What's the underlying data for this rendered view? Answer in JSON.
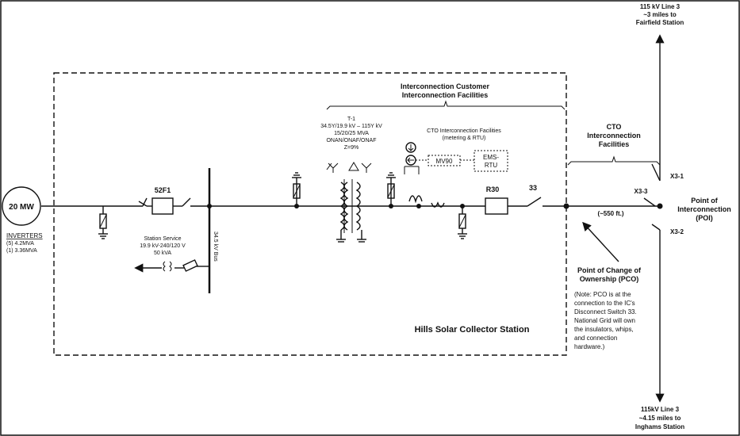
{
  "generator": {
    "label": "20 MW"
  },
  "inverters": {
    "title": "INVERTERS",
    "line1": "(5) 4.2MVA",
    "line2": "(1) 3.36MVA"
  },
  "breaker_52f1": {
    "label": "52F1"
  },
  "bus": {
    "label": "34.5 kV Bus"
  },
  "station_service": {
    "line1": "Station Service",
    "line2": "19.9 kV-240/120 V",
    "line3": "50 kVA"
  },
  "transformer": {
    "line1": "T-1",
    "line2": "34.5Y/19.9 kV – 115Y kV",
    "line3": "15/20/25 MVA",
    "line4": "ONAN/ONAF/ONAF",
    "line5": "Z=9%"
  },
  "ic_facilities": {
    "line1": "Interconnection Customer",
    "line2": "Interconnection  Facilities"
  },
  "cto_metering": {
    "line1": "CTO  Interconnection Facilities",
    "line2": "(metering & RTU)"
  },
  "mv90": {
    "label": "MV90"
  },
  "ems_rtu": {
    "line1": "EMS-",
    "line2": "RTU"
  },
  "breaker_r30": {
    "label": "R30"
  },
  "switch_33": {
    "label": "33"
  },
  "cto_facilities": {
    "line1": "CTO",
    "line2": "Interconnection",
    "line3": "Facilities"
  },
  "distance": {
    "label": "(~550 ft.)"
  },
  "switch_x3_1": {
    "label": "X3-1"
  },
  "switch_x3_2": {
    "label": "X3-2"
  },
  "switch_x3_3": {
    "label": "X3-3"
  },
  "poi": {
    "line1": "Point of",
    "line2": "Interconnection",
    "line3": "(POI)"
  },
  "pco": {
    "line1": "Point of Change of",
    "line2": "Ownership (PCO)"
  },
  "note": {
    "line1": "(Note: PCO is at the",
    "line2": "connection to the IC's",
    "line3": "Disconnect Switch 33.",
    "line4": "National Grid will own",
    "line5": "the insulators, whips,",
    "line6": "and connection",
    "line7": "hardware.)"
  },
  "line_top": {
    "line1": "115 kV Line 3",
    "line2": "~3 miles to",
    "line3": "Fairfield Station"
  },
  "line_bottom": {
    "line1": "115kV Line 3",
    "line2": "~4.15 miles to",
    "line3": "Inghams Station"
  },
  "station": {
    "label": "Hills Solar Collector Station"
  }
}
